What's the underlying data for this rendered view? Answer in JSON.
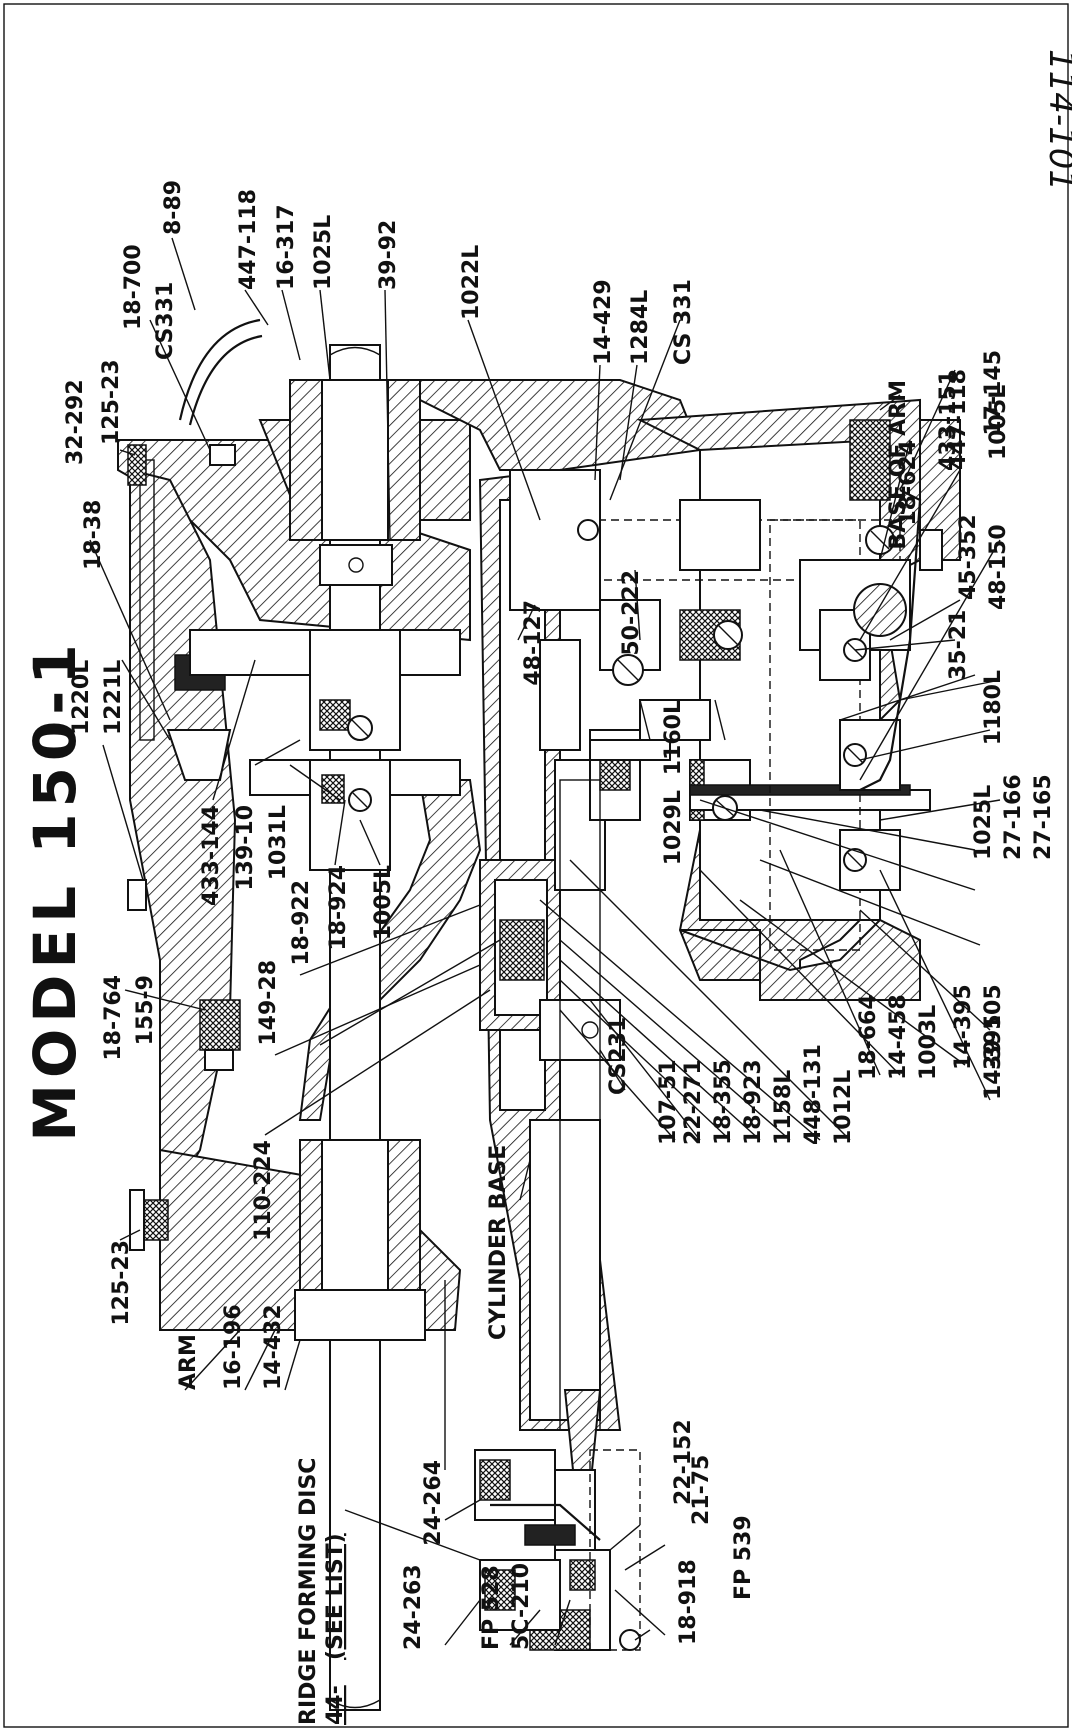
{
  "title": "MODEL 150-1",
  "page_number": "114-101",
  "parts": {
    "p_8_89": "8-89",
    "p_447_118_top": "447-118",
    "p_16_317": "16-317",
    "p_1025L_top": "1025L",
    "p_39_92": "39-92",
    "p_1022L": "1022L",
    "p_14_429": "14-429",
    "p_1284L": "1284L",
    "p_CS331_mid": "CS 331",
    "p_18_700": "18-700",
    "p_CS331_top": "CS331",
    "p_125_23_top": "125-23",
    "p_32_292": "32-292",
    "p_18_38": "18-38",
    "p_1220L": "1220L",
    "p_1221L": "1221L",
    "p_18_764": "18-764",
    "p_155_9": "155-9",
    "p_125_23_bottom": "125-23",
    "p_433_144": "433-144",
    "p_139_10": "139-10",
    "p_1031L": "1031L",
    "p_1005L_left": "1005L",
    "p_18_924": "18-924",
    "p_18_922": "18-922",
    "p_149_28": "149-28",
    "p_110_224": "110-224",
    "p_48_127": "48-127",
    "p_50_222": "50-222",
    "p_1160L": "1160L",
    "p_1029L": "1029L",
    "base_of_arm": "BASE OF ARM",
    "p_18_624": "18-624",
    "p_433_151": "433-151",
    "p_17_145": "17-145",
    "p_447_118_right": "447-118",
    "p_1005L_right": "1005L",
    "p_48_150": "48-150",
    "p_45_352": "45-352",
    "p_1180L": "1180L",
    "p_35_21": "35-21",
    "p_1025L_right": "1025L",
    "p_27_166": "27-166",
    "p_27_165": "27-165",
    "p_14_395_a": "14-395",
    "p_39_105": "39-105",
    "p_14_395_b": "14-395",
    "p_1003L": "1003L",
    "p_14_458": "14-458",
    "p_18_664": "18-664",
    "p_1012L": "1012L",
    "p_448_131": "448-131",
    "p_1158L": "1158L",
    "p_18_923": "18-923",
    "p_18_355": "18-355",
    "p_22_271": "22-271",
    "p_107_51": "107-51",
    "p_CS231": "CS231",
    "cylinder_base": "CYLINDER BASE",
    "arm": "ARM",
    "p_16_196": "16-196",
    "p_14_432": "14-432",
    "ridge_line1": "RIDGE FORMING DISC",
    "ridge_line2": "44-",
    "ridge_see_list": "(SEE LIST)",
    "p_24_264": "24-264",
    "p_22_152": "22-152",
    "p_21_75": "21-75",
    "p_18_918": "18-918",
    "p_24_263": "24-263",
    "p_FP528": "FP 528",
    "p_5C_210": "5C-210",
    "p_FP539": "FP 539"
  }
}
